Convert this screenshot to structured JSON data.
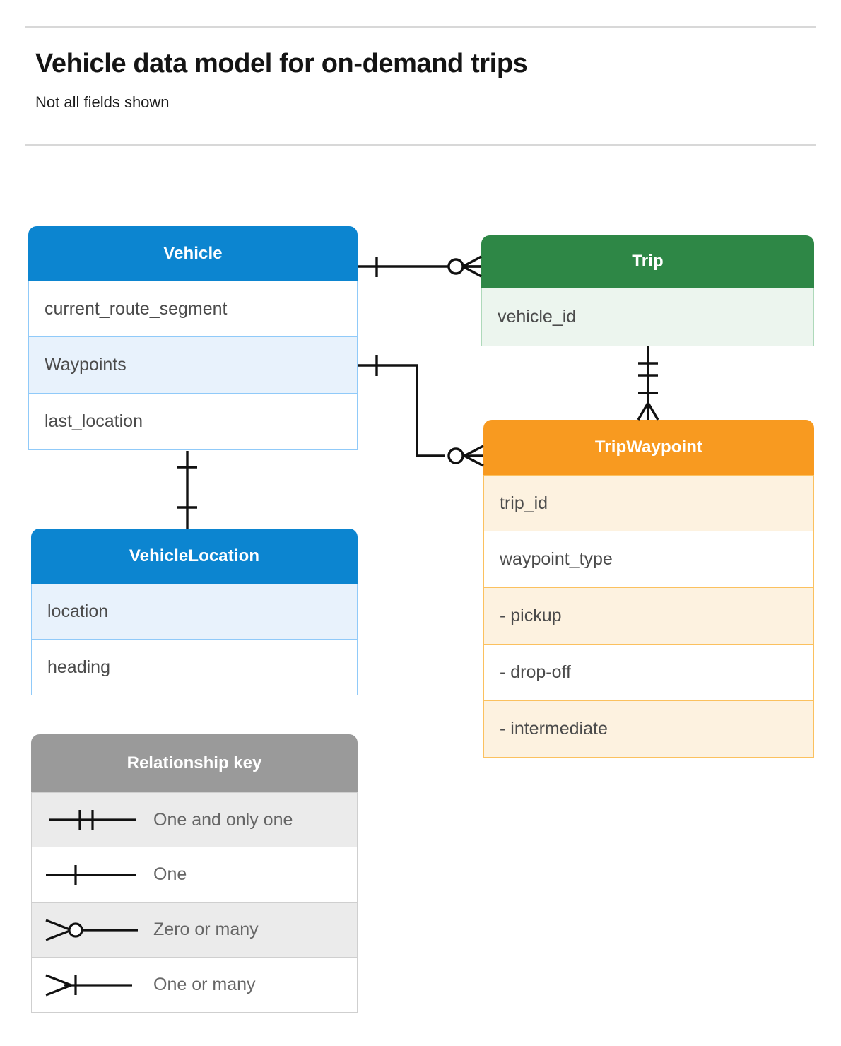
{
  "header": {
    "title": "Vehicle data model for on-demand trips",
    "subtitle": "Not all fields shown"
  },
  "entities": [
    {
      "id": "vehicle",
      "name": "Vehicle",
      "color": "#0c85d0",
      "rows": [
        {
          "label": "current_route_segment",
          "shaded": false
        },
        {
          "label": "Waypoints",
          "shaded": true
        },
        {
          "label": "last_location",
          "shaded": false
        }
      ]
    },
    {
      "id": "trip",
      "name": "Trip",
      "color": "#2e8746",
      "rows": [
        {
          "label": "vehicle_id",
          "shaded": true
        }
      ]
    },
    {
      "id": "tripwaypoint",
      "name": "TripWaypoint",
      "color": "#f89a20",
      "rows": [
        {
          "label": "trip_id",
          "shaded": true
        },
        {
          "label": "waypoint_type",
          "shaded": false
        },
        {
          "label": "  -  pickup",
          "shaded": true
        },
        {
          "label": "  -  drop-off",
          "shaded": false
        },
        {
          "label": "  -  intermediate",
          "shaded": true
        }
      ]
    },
    {
      "id": "vehiclelocation",
      "name": "VehicleLocation",
      "color": "#0c85d0",
      "rows": [
        {
          "label": "location",
          "shaded": true
        },
        {
          "label": "heading",
          "shaded": false
        }
      ]
    }
  ],
  "legend": {
    "title": "Relationship key",
    "header_color": "#9a9a9a",
    "rows": [
      {
        "symbol": "one-and-only-one",
        "label": "One and only one"
      },
      {
        "symbol": "one",
        "label": "One"
      },
      {
        "symbol": "zero-or-many",
        "label": "Zero or many"
      },
      {
        "symbol": "one-or-many",
        "label": "One or many"
      }
    ]
  },
  "relationships": [
    {
      "from": "Vehicle",
      "to": "Trip",
      "from_cardinality": "One",
      "to_cardinality": "Zero or many"
    },
    {
      "from": "Vehicle.Waypoints",
      "to": "TripWaypoint",
      "from_cardinality": "One",
      "to_cardinality": "Zero or many"
    },
    {
      "from": "Trip",
      "to": "TripWaypoint",
      "from_cardinality": "One and only one",
      "to_cardinality": "One or many"
    },
    {
      "from": "Vehicle",
      "to": "VehicleLocation",
      "from_cardinality": "One",
      "to_cardinality": "One"
    }
  ]
}
